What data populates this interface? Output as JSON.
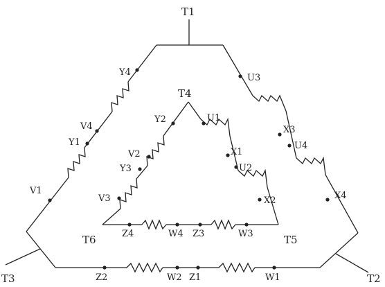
{
  "terminals": {
    "T1": "T1",
    "T2": "T2",
    "T3": "T3",
    "T4": "T4",
    "T5": "T5",
    "T6": "T6"
  },
  "points": {
    "Y4": "Y4",
    "V4": "V4",
    "Y1": "Y1",
    "V1": "V1",
    "U3": "U3",
    "X3": "X3",
    "U4": "U4",
    "X4": "X4",
    "Z2": "Z2",
    "W2": "W2",
    "Z1": "Z1",
    "W1": "W1",
    "Y2": "Y2",
    "V2": "V2",
    "Y3": "Y3",
    "V3": "V3",
    "U1": "U1",
    "X1": "X1",
    "U2": "U2",
    "X2": "X2",
    "Z4": "Z4",
    "W4": "W4",
    "Z3": "Z3",
    "W3": "W3"
  }
}
